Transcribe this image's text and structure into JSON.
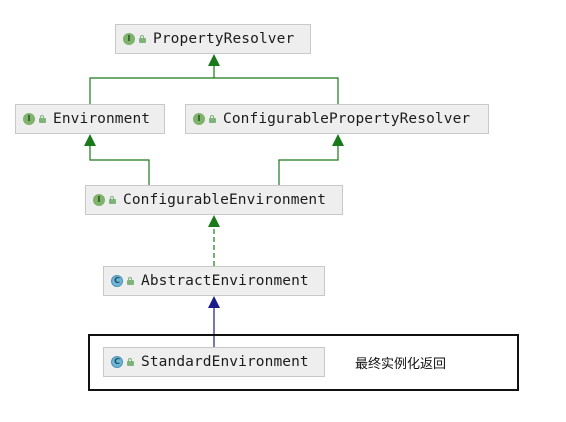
{
  "diagram": {
    "nodes": [
      {
        "id": "PropertyResolver",
        "label": "PropertyResolver",
        "kind": "interface",
        "kind_letter": "I"
      },
      {
        "id": "Environment",
        "label": "Environment",
        "kind": "interface",
        "kind_letter": "I"
      },
      {
        "id": "ConfigurablePropertyResolver",
        "label": "ConfigurablePropertyResolver",
        "kind": "interface",
        "kind_letter": "I"
      },
      {
        "id": "ConfigurableEnvironment",
        "label": "ConfigurableEnvironment",
        "kind": "interface",
        "kind_letter": "I"
      },
      {
        "id": "AbstractEnvironment",
        "label": "AbstractEnvironment",
        "kind": "class",
        "kind_letter": "C"
      },
      {
        "id": "StandardEnvironment",
        "label": "StandardEnvironment",
        "kind": "class",
        "kind_letter": "C"
      }
    ],
    "edges": [
      {
        "from": "Environment",
        "to": "PropertyResolver",
        "relation": "extends"
      },
      {
        "from": "ConfigurablePropertyResolver",
        "to": "PropertyResolver",
        "relation": "extends"
      },
      {
        "from": "ConfigurableEnvironment",
        "to": "Environment",
        "relation": "extends"
      },
      {
        "from": "ConfigurableEnvironment",
        "to": "ConfigurablePropertyResolver",
        "relation": "extends"
      },
      {
        "from": "AbstractEnvironment",
        "to": "ConfigurableEnvironment",
        "relation": "implements"
      },
      {
        "from": "StandardEnvironment",
        "to": "AbstractEnvironment",
        "relation": "extends"
      }
    ],
    "note": "最终实例化返回",
    "colors": {
      "interface_edge": "#1a7a1a",
      "class_edge": "#1b1b8a",
      "node_fill": "#eeeeee",
      "interface_icon": "#7db36b",
      "class_icon": "#6fb6d6"
    }
  }
}
